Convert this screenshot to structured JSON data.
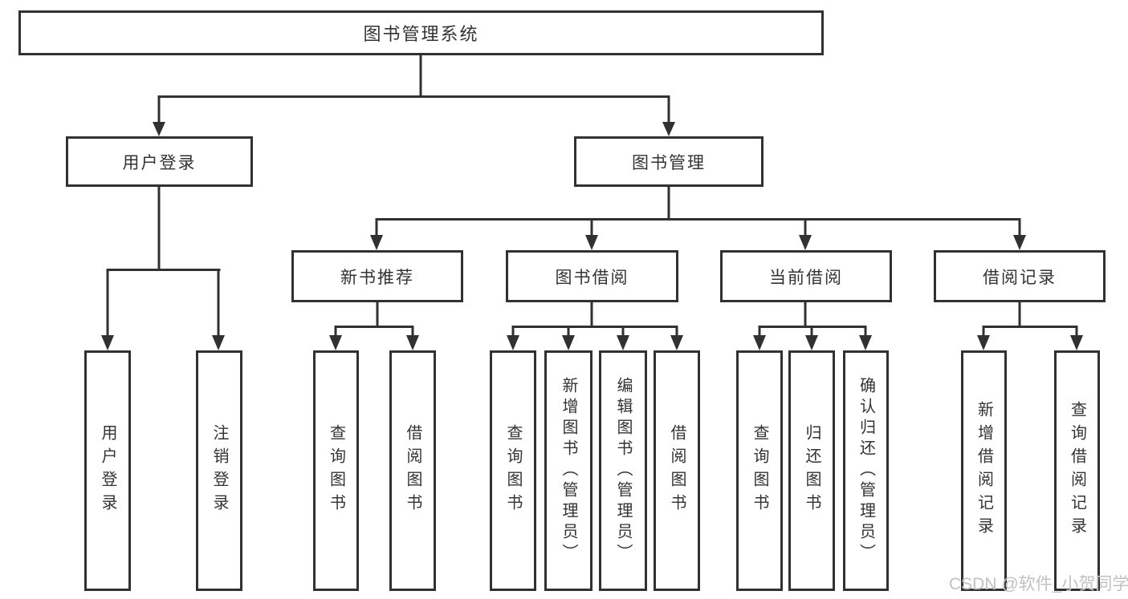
{
  "diagram": {
    "tree": {
      "root": {
        "label": "图书管理系统"
      },
      "branches": [
        {
          "label": "用户登录",
          "leaves": [
            "用户登录",
            "注销登录"
          ]
        },
        {
          "label": "图书管理",
          "sections": [
            {
              "label": "新书推荐",
              "leaves": [
                "查询图书",
                "借阅图书"
              ]
            },
            {
              "label": "图书借阅",
              "leaves": [
                "查询图书",
                "新增图书（管理员）",
                "编辑图书（管理员）",
                "借阅图书"
              ]
            },
            {
              "label": "当前借阅",
              "leaves": [
                "查询图书",
                "归还图书",
                "确认归还（管理员）"
              ]
            },
            {
              "label": "借阅记录",
              "leaves": [
                "新增借阅记录",
                "查询借阅记录"
              ]
            }
          ]
        }
      ]
    },
    "colors": {
      "line": "#313131",
      "text": "#333333",
      "background": "#ffffff",
      "watermark": "#bebebe"
    },
    "watermark": "CSDN @软件_小贺同学"
  }
}
